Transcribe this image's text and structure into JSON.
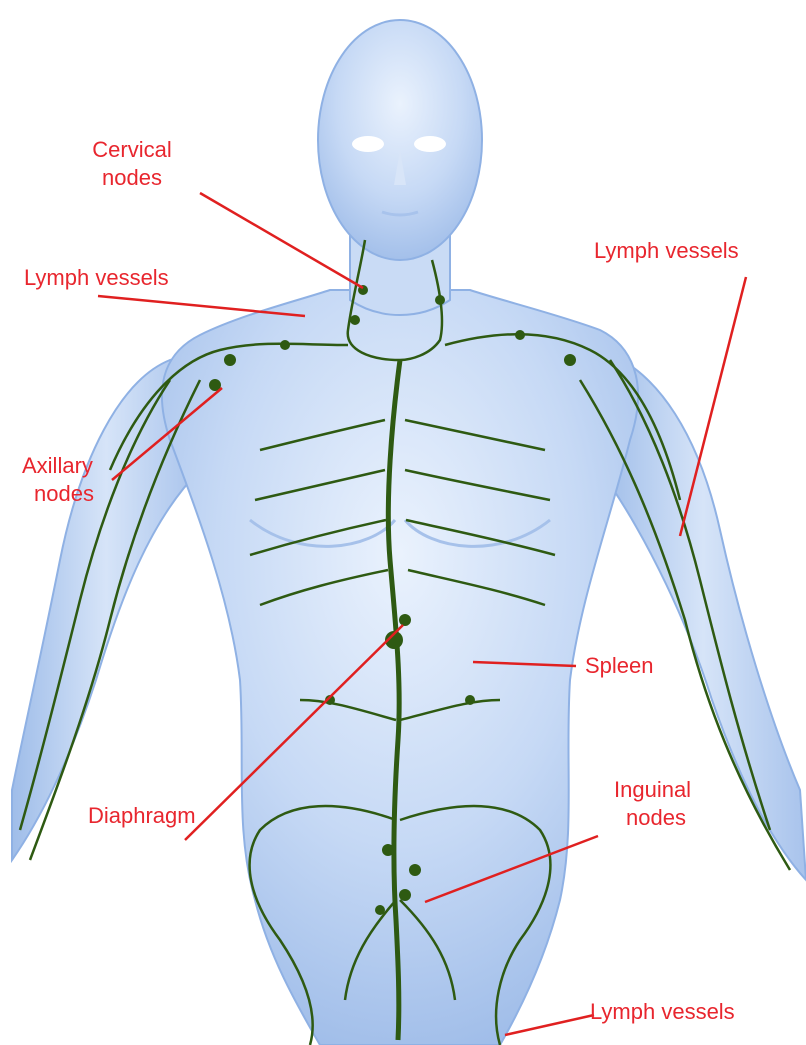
{
  "colors": {
    "label": "#e8262e",
    "leader_line": "#e02020",
    "lymph": "#2e5a12",
    "body_fill": "#bcd3f3",
    "body_edge": "#8fb1e4",
    "background": "#ffffff"
  },
  "labels": {
    "cervical": {
      "line1": "Cervical",
      "line2": "nodes"
    },
    "lymph_vessels_left": "Lymph vessels",
    "axillary": {
      "line1": "Axillary",
      "line2": "nodes"
    },
    "lymph_vessels_right": "Lymph vessels",
    "spleen": "Spleen",
    "diaphragm": "Diaphragm",
    "inguinal": {
      "line1": "Inguinal",
      "line2": "nodes"
    },
    "lymph_vessels_bottom": "Lymph vessels"
  }
}
